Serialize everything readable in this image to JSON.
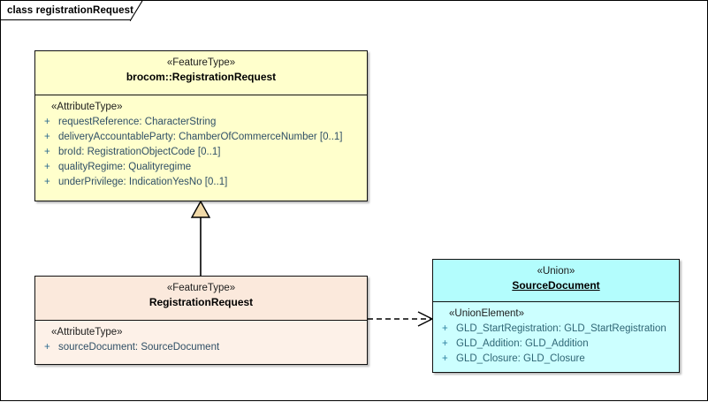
{
  "diagram": {
    "frame_label": "class registrationRequest",
    "background_color": "#ffffff",
    "border_color": "#000000"
  },
  "classes": {
    "brocom_registration_request": {
      "stereotype": "«FeatureType»",
      "name": "brocom::RegistrationRequest",
      "fill_color": "#ffffcc",
      "compartment_stereotype": "«AttributeType»",
      "attributes": [
        {
          "visibility": "+",
          "text": "requestReference: CharacterString"
        },
        {
          "visibility": "+",
          "text": "deliveryAccountableParty: ChamberOfCommerceNumber [0..1]"
        },
        {
          "visibility": "+",
          "text": "broId: RegistrationObjectCode [0..1]"
        },
        {
          "visibility": "+",
          "text": "qualityRegime: Qualityregime"
        },
        {
          "visibility": "+",
          "text": "underPrivilege: IndicationYesNo [0..1]"
        }
      ]
    },
    "registration_request": {
      "stereotype": "«FeatureType»",
      "name": "RegistrationRequest",
      "fill_color": "#fbe9dc",
      "compartment_stereotype": "«AttributeType»",
      "attributes": [
        {
          "visibility": "+",
          "text": "sourceDocument: SourceDocument"
        }
      ]
    },
    "source_document": {
      "stereotype": "«Union»",
      "name": "SourceDocument",
      "fill_color": "#b3fdfd",
      "compartment_stereotype": "«UnionElement»",
      "attributes": [
        {
          "visibility": "+",
          "text": "GLD_StartRegistration: GLD_StartRegistration"
        },
        {
          "visibility": "+",
          "text": "GLD_Addition: GLD_Addition"
        },
        {
          "visibility": "+",
          "text": "GLD_Closure: GLD_Closure"
        }
      ]
    }
  },
  "connectors": {
    "generalization": {
      "type": "generalization",
      "from": "RegistrationRequest",
      "to": "brocom::RegistrationRequest",
      "arrow": "hollow-triangle",
      "line_style": "solid",
      "arrow_fill": "#f0d9a8"
    },
    "dependency": {
      "type": "dependency",
      "from": "RegistrationRequest",
      "to": "SourceDocument",
      "arrow": "open-arrow",
      "line_style": "dashed"
    }
  }
}
